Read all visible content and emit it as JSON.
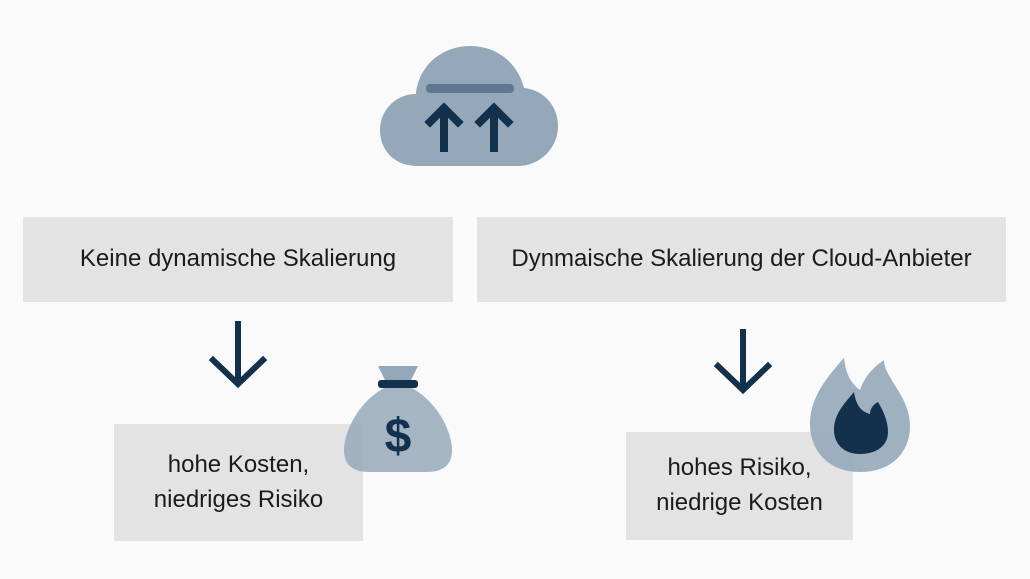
{
  "left": {
    "heading": "Keine dynamische Skalierung",
    "outcome_line1": "hohe Kosten,",
    "outcome_line2": "niedriges Risiko"
  },
  "right": {
    "heading": "Dynmaische Skalierung der Cloud-Anbieter",
    "outcome_line1": "hohes Risiko,",
    "outcome_line2": "niedrige Kosten"
  },
  "icons": {
    "top": "cloud-scale-up-icon",
    "left_arrow": "arrow-down-icon",
    "left_symbol": "money-bag-icon",
    "right_arrow": "arrow-down-icon",
    "right_symbol": "fire-icon"
  },
  "colors": {
    "icon_light": "#95a8ba",
    "icon_dark": "#13304d",
    "box_fill": "#e3e3e3"
  }
}
